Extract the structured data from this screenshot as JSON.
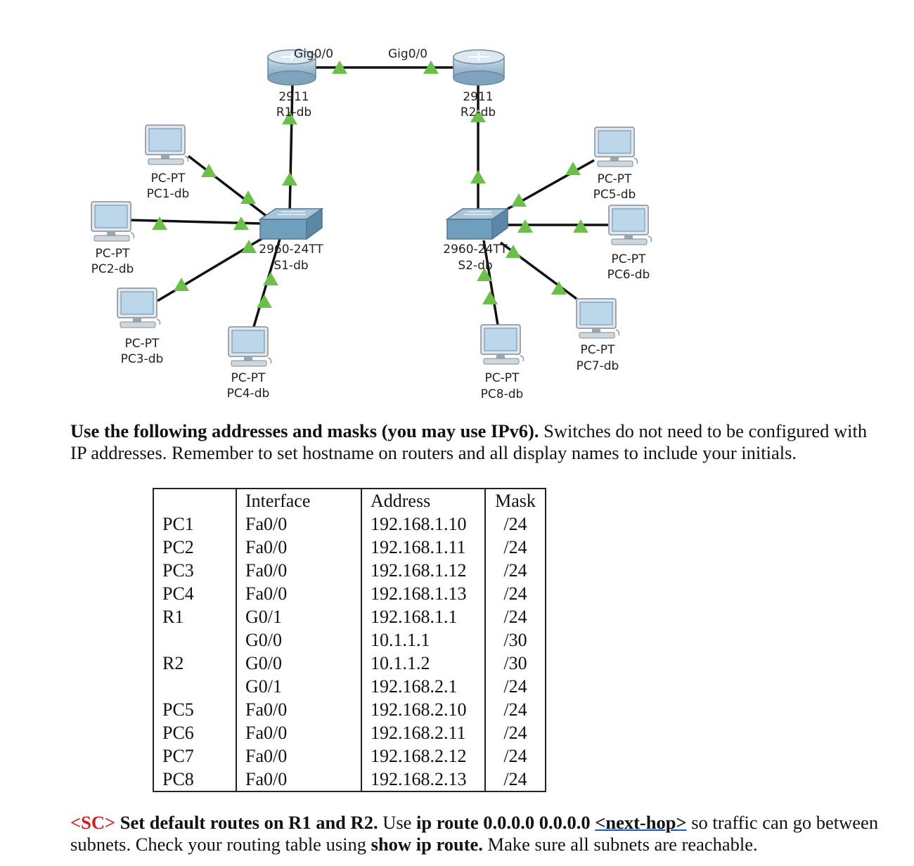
{
  "diagram": {
    "r1": {
      "interface_left": "Gig0/0",
      "model": "2911",
      "name": "R1-db"
    },
    "r2": {
      "interface_right": "Gig0/0",
      "model": "2911",
      "name": "R2-db"
    },
    "s1": {
      "model": "2960-24TT",
      "name": "S1-db"
    },
    "s2": {
      "model": "2960-24TT",
      "name": "S2-db"
    },
    "pcs": [
      {
        "type": "PC-PT",
        "name": "PC1-db"
      },
      {
        "type": "PC-PT",
        "name": "PC2-db"
      },
      {
        "type": "PC-PT",
        "name": "PC3-db"
      },
      {
        "type": "PC-PT",
        "name": "PC4-db"
      },
      {
        "type": "PC-PT",
        "name": "PC5-db"
      },
      {
        "type": "PC-PT",
        "name": "PC6-db"
      },
      {
        "type": "PC-PT",
        "name": "PC7-db"
      },
      {
        "type": "PC-PT",
        "name": "PC8-db"
      }
    ],
    "colors": {
      "link": "#111111",
      "link_up": "#6cc04a",
      "router": "#8fb3cc",
      "switch": "#6f9fbd",
      "screen": "#bcd6ea"
    }
  },
  "instructions": {
    "bold": "Use the following addresses and masks (you may use IPv6).",
    "rest": " Switches do not need to be configured with IP addresses. Remember to set hostname on routers and all display names to include your initials."
  },
  "table": {
    "headers": [
      "",
      "Interface",
      "Address",
      "Mask"
    ],
    "rows": [
      [
        "PC1",
        "Fa0/0",
        "192.168.1.10",
        "/24"
      ],
      [
        "PC2",
        "Fa0/0",
        "192.168.1.11",
        "/24"
      ],
      [
        "PC3",
        "Fa0/0",
        "192.168.1.12",
        "/24"
      ],
      [
        "PC4",
        "Fa0/0",
        "192.168.1.13",
        "/24"
      ],
      [
        "R1",
        "G0/1",
        "192.168.1.1",
        "/24"
      ],
      [
        "",
        "G0/0",
        "10.1.1.1",
        "/30"
      ],
      [
        "R2",
        "G0/0",
        "10.1.1.2",
        "/30"
      ],
      [
        "",
        "G0/1",
        "192.168.2.1",
        "/24"
      ],
      [
        "PC5",
        "Fa0/0",
        "192.168.2.10",
        "/24"
      ],
      [
        "PC6",
        "Fa0/0",
        "192.168.2.11",
        "/24"
      ],
      [
        "PC7",
        "Fa0/0",
        "192.168.2.12",
        "/24"
      ],
      [
        "PC8",
        "Fa0/0",
        "192.168.2.13",
        "/24"
      ]
    ]
  },
  "task": {
    "tag": "<SC>",
    "t1": " Set default routes on R1 and R2.",
    "t2": "  Use ",
    "t3": "ip",
    "t4": " route 0.0.0.0 0.0.0.0 ",
    "t5": "<next-hop>",
    "t6": " so traffic can go between subnets. Check your routing table using ",
    "t7": "show ",
    "t8": "ip",
    "t9": " route.",
    "t10": " Make sure all subnets are reachable."
  }
}
